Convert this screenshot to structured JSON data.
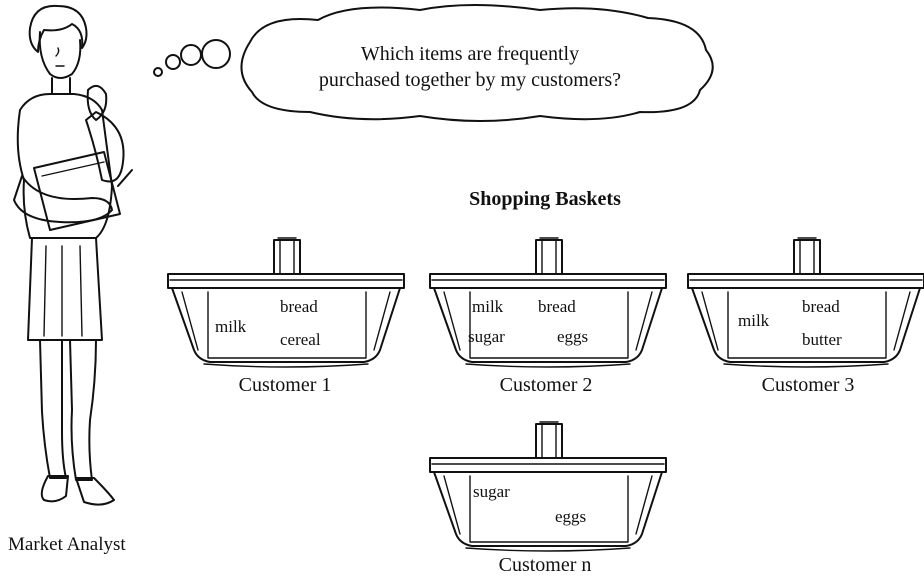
{
  "thought_bubble": {
    "line1": "Which items are frequently",
    "line2": "purchased together by my customers?"
  },
  "heading": "Shopping Baskets",
  "analyst_label": "Market Analyst",
  "baskets": [
    {
      "caption": "Customer 1",
      "items": [
        "bread",
        "milk",
        "cereal"
      ]
    },
    {
      "caption": "Customer 2",
      "items": [
        "milk",
        "bread",
        "sugar",
        "eggs"
      ]
    },
    {
      "caption": "Customer 3",
      "items": [
        "milk",
        "bread",
        "butter"
      ]
    },
    {
      "caption": "Customer n",
      "items": [
        "sugar",
        "eggs"
      ]
    }
  ]
}
